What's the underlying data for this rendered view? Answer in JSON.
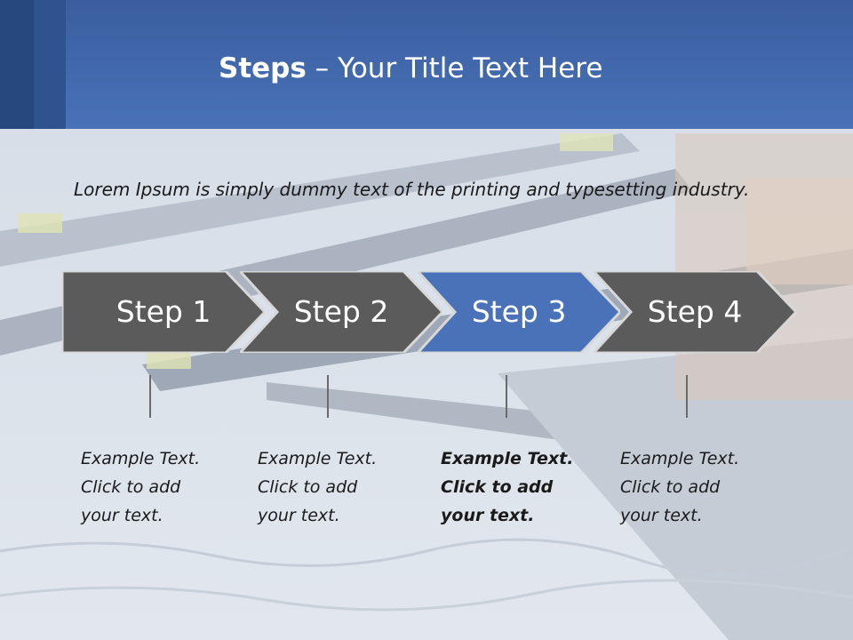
{
  "slide": {
    "title_bold": "Steps",
    "title_rest": " – Your Title Text Here",
    "intro_text": "Lorem Ipsum is simply dummy text of the printing and typesetting industry."
  },
  "steps": [
    {
      "label": "Step 1",
      "active": false,
      "text": [
        "Example Text.",
        "Click  to add",
        "your text."
      ]
    },
    {
      "label": "Step 2",
      "active": false,
      "text": [
        "Example Text.",
        "Click  to add",
        "your text."
      ]
    },
    {
      "label": "Step 3",
      "active": true,
      "text": [
        "Example Text.",
        "Click  to add",
        "your text."
      ]
    },
    {
      "label": "Step 4",
      "active": false,
      "text": [
        "Example Text.",
        "Click  to add",
        "your text."
      ]
    }
  ],
  "colors": {
    "header": "#4a72b8",
    "chevron_gray": "#5b5b5b",
    "chevron_active": "#4a72b8",
    "chevron_border": "#d8d8d8"
  }
}
